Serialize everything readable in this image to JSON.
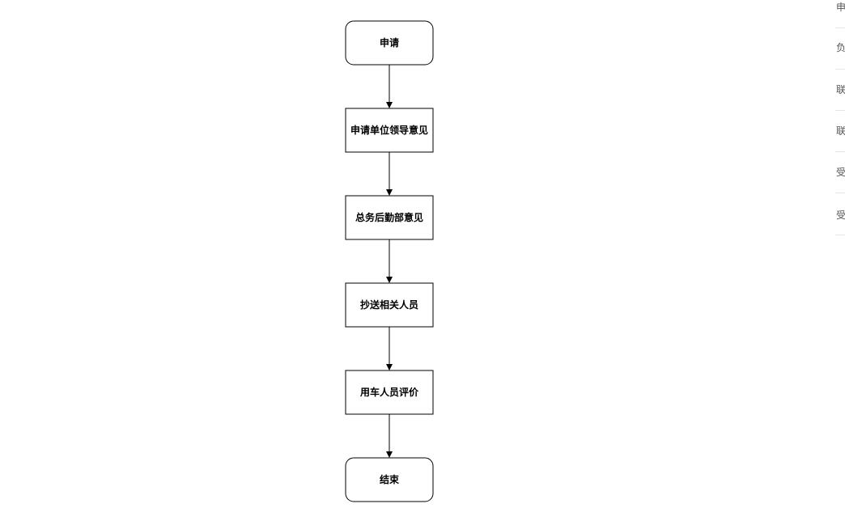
{
  "diagram": {
    "nodes": [
      {
        "id": "start",
        "label": "申请",
        "shape": "rounded"
      },
      {
        "id": "dept_leader",
        "label": "申请单位领导意见",
        "shape": "rect"
      },
      {
        "id": "logistics",
        "label": "总务后勤部意见",
        "shape": "rect"
      },
      {
        "id": "cc",
        "label": "抄送相关人员",
        "shape": "rect"
      },
      {
        "id": "evaluate",
        "label": "用车人员评价",
        "shape": "rect"
      },
      {
        "id": "end",
        "label": "结束",
        "shape": "rounded"
      }
    ],
    "edges": [
      {
        "from": "start",
        "to": "dept_leader"
      },
      {
        "from": "dept_leader",
        "to": "logistics"
      },
      {
        "from": "logistics",
        "to": "cc"
      },
      {
        "from": "cc",
        "to": "evaluate"
      },
      {
        "from": "evaluate",
        "to": "end"
      }
    ]
  },
  "side_panel": {
    "items": [
      {
        "label": "申"
      },
      {
        "label": "负"
      },
      {
        "label": "联"
      },
      {
        "label": "联"
      },
      {
        "label": "受"
      },
      {
        "label": "受"
      }
    ]
  }
}
